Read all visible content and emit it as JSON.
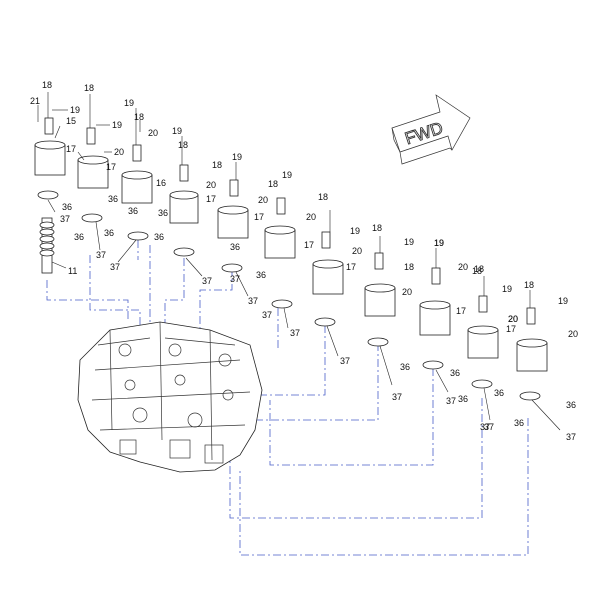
{
  "diagram": {
    "direction_label": "FWD",
    "callouts": [
      {
        "id": "c18a",
        "text": "18"
      },
      {
        "id": "c21",
        "text": "21"
      },
      {
        "id": "c19a",
        "text": "19"
      },
      {
        "id": "c15",
        "text": "15"
      },
      {
        "id": "c37a",
        "text": "37"
      },
      {
        "id": "c11",
        "text": "11"
      },
      {
        "id": "c18b",
        "text": "18"
      },
      {
        "id": "c19b",
        "text": "19"
      },
      {
        "id": "c17a",
        "text": "17"
      },
      {
        "id": "c20a",
        "text": "20"
      },
      {
        "id": "c36a",
        "text": "36"
      },
      {
        "id": "c36b",
        "text": "36"
      },
      {
        "id": "c37b",
        "text": "37"
      },
      {
        "id": "c19c",
        "text": "19"
      },
      {
        "id": "c18c",
        "text": "18"
      },
      {
        "id": "c20b",
        "text": "20"
      },
      {
        "id": "c17b",
        "text": "17"
      },
      {
        "id": "c36c",
        "text": "36"
      },
      {
        "id": "c37c",
        "text": "37"
      },
      {
        "id": "c36d",
        "text": "36"
      },
      {
        "id": "c19d",
        "text": "19"
      },
      {
        "id": "c18d",
        "text": "18"
      },
      {
        "id": "c20c",
        "text": "20"
      },
      {
        "id": "c16",
        "text": "16"
      },
      {
        "id": "c36e",
        "text": "36"
      },
      {
        "id": "c37d",
        "text": "37"
      },
      {
        "id": "c18e",
        "text": "18"
      },
      {
        "id": "c19e",
        "text": "19"
      },
      {
        "id": "c20d",
        "text": "20"
      },
      {
        "id": "c17c",
        "text": "17"
      },
      {
        "id": "c36f",
        "text": "36"
      },
      {
        "id": "c37e",
        "text": "37"
      },
      {
        "id": "c18f",
        "text": "18"
      },
      {
        "id": "c19f",
        "text": "19"
      },
      {
        "id": "c20e",
        "text": "20"
      },
      {
        "id": "c17d",
        "text": "17"
      },
      {
        "id": "c36g",
        "text": "36"
      },
      {
        "id": "c37f",
        "text": "37"
      },
      {
        "id": "c18g",
        "text": "18"
      },
      {
        "id": "c19g",
        "text": "19"
      },
      {
        "id": "c20f",
        "text": "20"
      },
      {
        "id": "c17e",
        "text": "17"
      },
      {
        "id": "c37g",
        "text": "37"
      },
      {
        "id": "c18h",
        "text": "18"
      },
      {
        "id": "c19h",
        "text": "19"
      },
      {
        "id": "c20g",
        "text": "20"
      },
      {
        "id": "c17f",
        "text": "17"
      },
      {
        "id": "c37h",
        "text": "37"
      },
      {
        "id": "c18i",
        "text": "18"
      },
      {
        "id": "c19i",
        "text": "19"
      },
      {
        "id": "c20h",
        "text": "20"
      },
      {
        "id": "c36h",
        "text": "36"
      },
      {
        "id": "c37i",
        "text": "37"
      },
      {
        "id": "c19j",
        "text": "19"
      },
      {
        "id": "c18j",
        "text": "18"
      },
      {
        "id": "c20i",
        "text": "20"
      },
      {
        "id": "c36i",
        "text": "36"
      },
      {
        "id": "c37j",
        "text": "37"
      },
      {
        "id": "c18k",
        "text": "18"
      },
      {
        "id": "c19k",
        "text": "19"
      },
      {
        "id": "c20j",
        "text": "20"
      },
      {
        "id": "c17g",
        "text": "17"
      },
      {
        "id": "c36j",
        "text": "36"
      },
      {
        "id": "c36k",
        "text": "36"
      },
      {
        "id": "c37k",
        "text": "37"
      },
      {
        "id": "c18l",
        "text": "18"
      },
      {
        "id": "c19l",
        "text": "19"
      },
      {
        "id": "c17h",
        "text": "17"
      },
      {
        "id": "c20k",
        "text": "20"
      },
      {
        "id": "c36l",
        "text": "36"
      },
      {
        "id": "c36m",
        "text": "36"
      },
      {
        "id": "c37l",
        "text": "37"
      },
      {
        "id": "c36n",
        "text": "36"
      },
      {
        "id": "c37m",
        "text": "37"
      },
      {
        "id": "c36o",
        "text": "36"
      },
      {
        "id": "c37n",
        "text": "37"
      }
    ]
  }
}
